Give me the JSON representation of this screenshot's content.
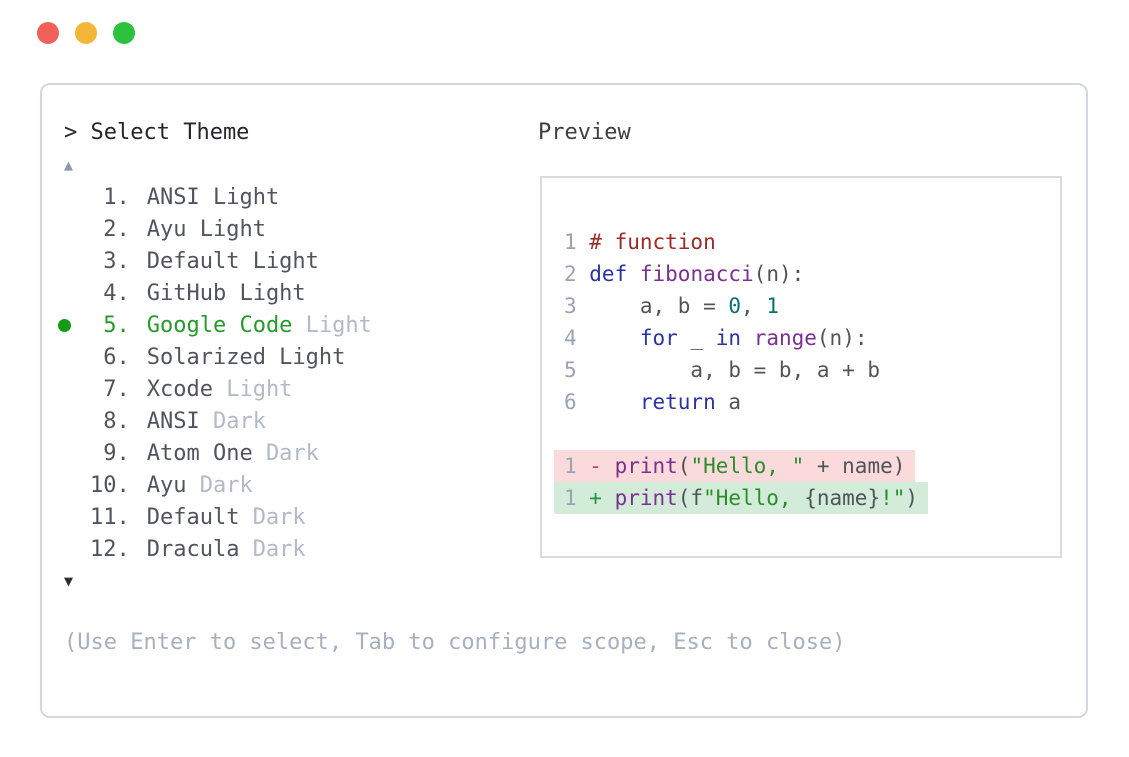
{
  "window_controls": {
    "close": "close",
    "minimize": "minimize",
    "maximize": "maximize"
  },
  "theme_picker": {
    "prompt": "> Select Theme",
    "scroll_up_icon": "▲",
    "scroll_down_icon": "▼",
    "items": [
      {
        "number": "1.",
        "label": "ANSI Light",
        "muted": "",
        "selected": false
      },
      {
        "number": "2.",
        "label": "Ayu Light",
        "muted": "",
        "selected": false
      },
      {
        "number": "3.",
        "label": "Default Light",
        "muted": "",
        "selected": false
      },
      {
        "number": "4.",
        "label": "GitHub Light",
        "muted": "",
        "selected": false
      },
      {
        "number": "5.",
        "label": "Google Code",
        "muted": "Light",
        "selected": true
      },
      {
        "number": "6.",
        "label": "Solarized Light",
        "muted": "",
        "selected": false
      },
      {
        "number": "7.",
        "label": "Xcode",
        "muted": "Light",
        "selected": false
      },
      {
        "number": "8.",
        "label": "ANSI",
        "muted": "Dark",
        "selected": false
      },
      {
        "number": "9.",
        "label": "Atom One",
        "muted": "Dark",
        "selected": false
      },
      {
        "number": "10.",
        "label": "Ayu",
        "muted": "Dark",
        "selected": false
      },
      {
        "number": "11.",
        "label": "Default",
        "muted": "Dark",
        "selected": false
      },
      {
        "number": "12.",
        "label": "Dracula",
        "muted": "Dark",
        "selected": false
      }
    ],
    "hint": "(Use Enter to select, Tab to configure scope, Esc to close)"
  },
  "preview": {
    "label": "Preview",
    "code_lines": [
      {
        "num": "1",
        "tokens": [
          [
            "# function",
            "comment"
          ]
        ]
      },
      {
        "num": "2",
        "tokens": [
          [
            "def",
            "keyword"
          ],
          [
            " ",
            "plain"
          ],
          [
            "fibonacci",
            "func"
          ],
          [
            "(n):",
            "plain"
          ]
        ]
      },
      {
        "num": "3",
        "tokens": [
          [
            "    a, b = ",
            "plain"
          ],
          [
            "0",
            "lit"
          ],
          [
            ", ",
            "plain"
          ],
          [
            "1",
            "lit"
          ]
        ]
      },
      {
        "num": "4",
        "tokens": [
          [
            "    ",
            "plain"
          ],
          [
            "for",
            "keyword"
          ],
          [
            " _ ",
            "plain"
          ],
          [
            "in",
            "keyword"
          ],
          [
            " ",
            "plain"
          ],
          [
            "range",
            "func"
          ],
          [
            "(n):",
            "plain"
          ]
        ]
      },
      {
        "num": "5",
        "tokens": [
          [
            "        a, b = b, a + b",
            "plain"
          ]
        ]
      },
      {
        "num": "6",
        "tokens": [
          [
            "    ",
            "plain"
          ],
          [
            "return",
            "keyword"
          ],
          [
            " a",
            "plain"
          ]
        ]
      }
    ],
    "diff_lines": [
      {
        "num": "1",
        "sign": "-",
        "kind": "removed",
        "tokens": [
          [
            "print",
            "func"
          ],
          [
            "(",
            "plain"
          ],
          [
            "\"Hello, \"",
            "str"
          ],
          [
            " + name)",
            "plain"
          ]
        ]
      },
      {
        "num": "1",
        "sign": "+",
        "kind": "added",
        "tokens": [
          [
            "print",
            "func"
          ],
          [
            "(f",
            "plain"
          ],
          [
            "\"Hello, ",
            "str"
          ],
          [
            "{name}",
            "plain"
          ],
          [
            "!\"",
            "str"
          ],
          [
            ")",
            "plain"
          ]
        ]
      }
    ]
  },
  "colors": {
    "traffic_red": "#f2605a",
    "traffic_yellow": "#f4b637",
    "traffic_green": "#2cc23e",
    "window_border": "#d3d7e0",
    "preview_border": "#d7dbe2",
    "text_dark": "#24262b",
    "text_list": "#50555d",
    "text_muted": "#b2bac8",
    "hint_text": "#a7b0bf",
    "line_number": "#9aa3b3",
    "selected_green": "#28992b",
    "selected_bullet": "#149a14",
    "scroll_up": "#8d98ab",
    "scroll_down": "#2b2e33",
    "syntax_comment": "#9c2b24",
    "syntax_keyword": "#2c34a2",
    "syntax_function": "#7c2f92",
    "syntax_literal": "#0e6f6f",
    "syntax_string": "#2a8d2a",
    "diff_minus": "#c74440",
    "diff_plus": "#20953a",
    "diff_removed_bg": "#fadadb",
    "diff_added_bg": "#d3ecd9"
  }
}
